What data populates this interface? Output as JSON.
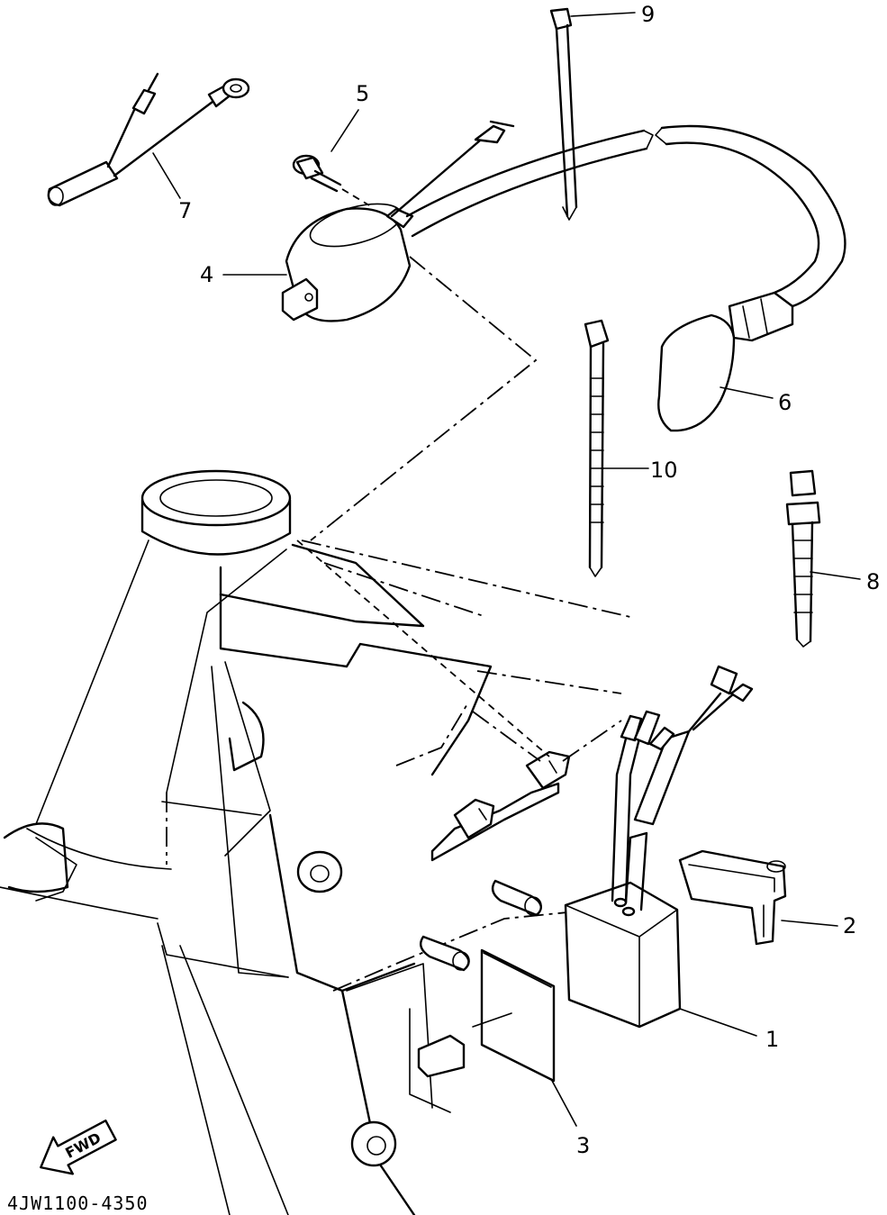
{
  "diagram": {
    "callouts": [
      "1",
      "2",
      "3",
      "4",
      "5",
      "6",
      "7",
      "8",
      "9",
      "10"
    ],
    "direction_label": "FWD",
    "drawing_code": "4JW1100-4350"
  }
}
